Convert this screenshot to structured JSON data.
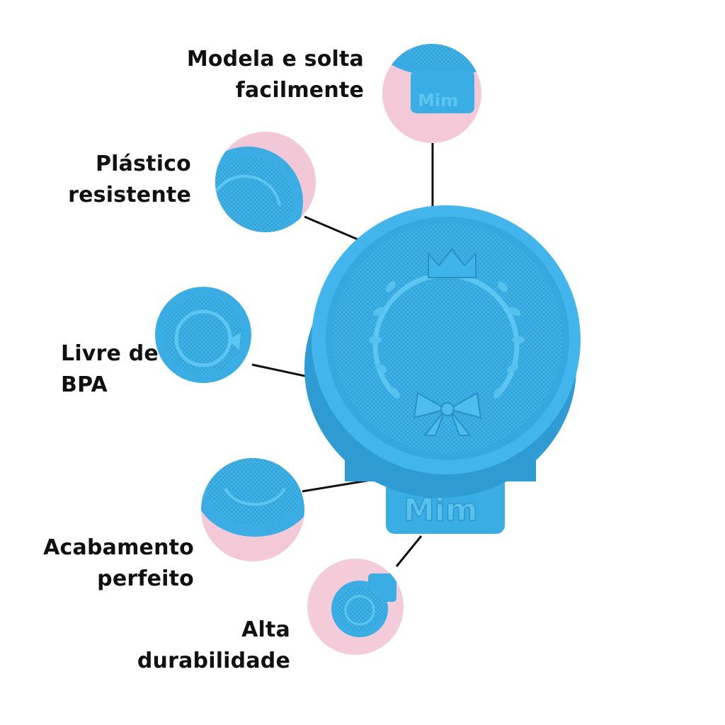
{
  "features": [
    {
      "line1": "Modela e solta",
      "line2": "facilmente"
    },
    {
      "line1": "Plástico",
      "line2": "resistente"
    },
    {
      "line1": "Livre de",
      "line2": "BPA"
    },
    {
      "line1": "Acabamento",
      "line2": "perfeito"
    },
    {
      "line1": "Alta",
      "line2": "durabilidade"
    }
  ],
  "product": {
    "tab_text": "Mim"
  },
  "colors": {
    "plastic": "#3bb0e6",
    "plastic_dark": "#2a8fc4",
    "plastic_light": "#5cc6f2",
    "background_pink": "#f3c9d8",
    "text": "#111111",
    "connector": "#111111"
  }
}
